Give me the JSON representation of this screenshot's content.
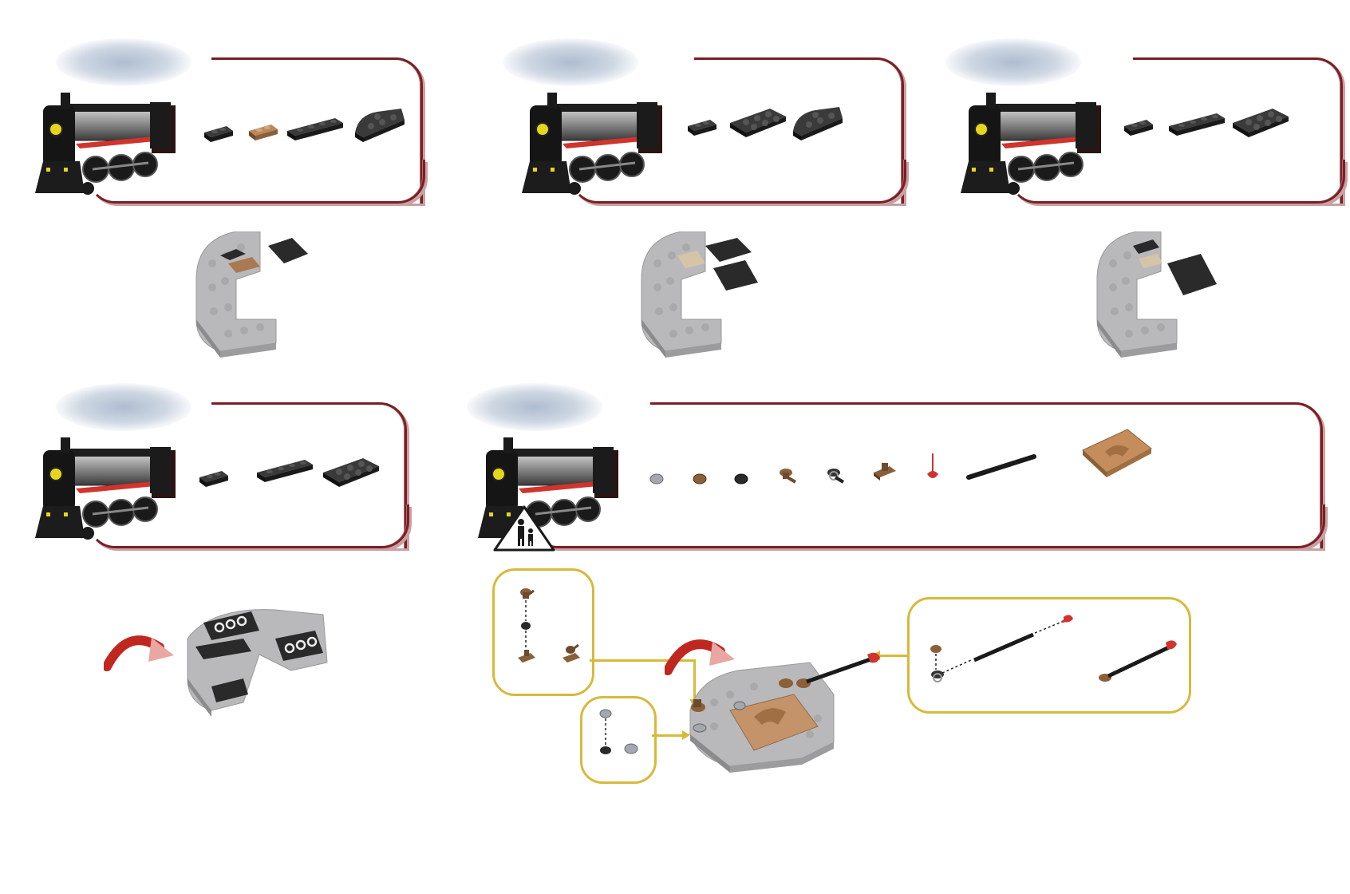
{
  "colors": {
    "panel_border": "#7a1f24",
    "callout_border": "#d8b93a",
    "plate_dark": "#2a2a2a",
    "plate_grey": "#b9b9bb",
    "plate_tan": "#a97a52",
    "accent_red": "#d0342c"
  },
  "icons": {
    "rotate": "rotate-arrow-icon",
    "warning": "adult-supervision-warning-icon",
    "locomotive": "steam-locomotive-icon"
  },
  "steps": [
    {
      "parts": [
        "plate-1x2-black",
        "plate-1x2-tan",
        "plate-1x4-black",
        "wedge-plate-black"
      ]
    },
    {
      "parts": [
        "plate-1x2-black",
        "plate-2x2-black",
        "wedge-plate-black"
      ]
    },
    {
      "parts": [
        "plate-1x2-black",
        "plate-1x4-rail-black",
        "plate-2x3-black"
      ]
    },
    {
      "parts": [
        "plate-1x2-black",
        "plate-1x4-black",
        "plate-2x3-black"
      ]
    },
    {
      "parts": [
        "round-plate-grey",
        "round-plate-brown",
        "round-plate-black",
        "tap-brown",
        "tap-black",
        "bracket-brown",
        "antenna-red",
        "bar-black",
        "tile-tan-large"
      ]
    }
  ]
}
